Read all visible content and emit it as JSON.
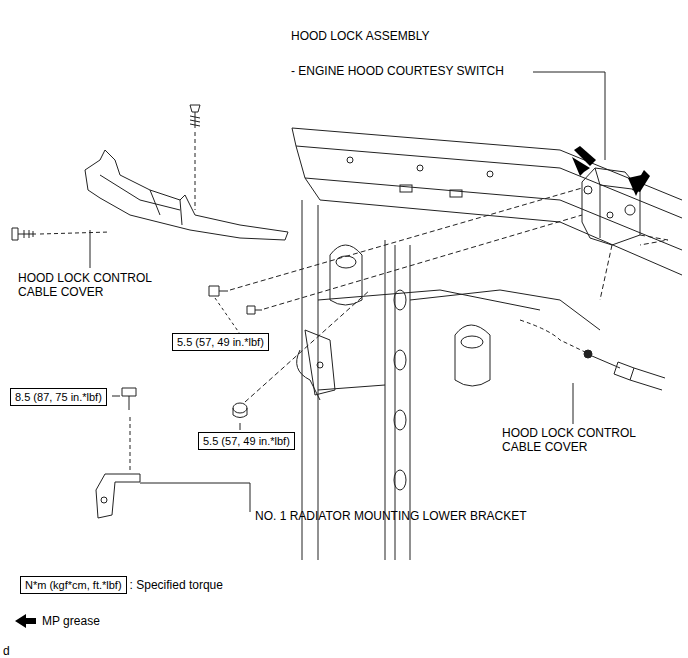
{
  "diagram": {
    "nodes": [
      {
        "text": [
          "5.5 (57, 49 in.*lbf)"
        ]
      },
      {
        "text": [
          "8.5 (87, 75 in.*lbf)"
        ]
      },
      {
        "text": [
          "5.5 (57, 49 in.*lbf)"
        ]
      },
      {
        "text": [
          "N*m (kgf*cm, ft.*lbf)"
        ]
      }
    ],
    "labels": [
      "HOOD LOCK ASSEMBLY",
      "- ENGINE HOOD COURTESY SWITCH",
      "HOOD LOCK CONTROL CABLE COVER",
      "HOOD LOCK CONTROL CABLE COVER",
      "NO. 1 RADIATOR MOUNTING LOWER BRACKET",
      "d"
    ],
    "legend": [
      {
        "text": ": Specified torque"
      },
      {
        "text": "MP grease"
      }
    ]
  }
}
